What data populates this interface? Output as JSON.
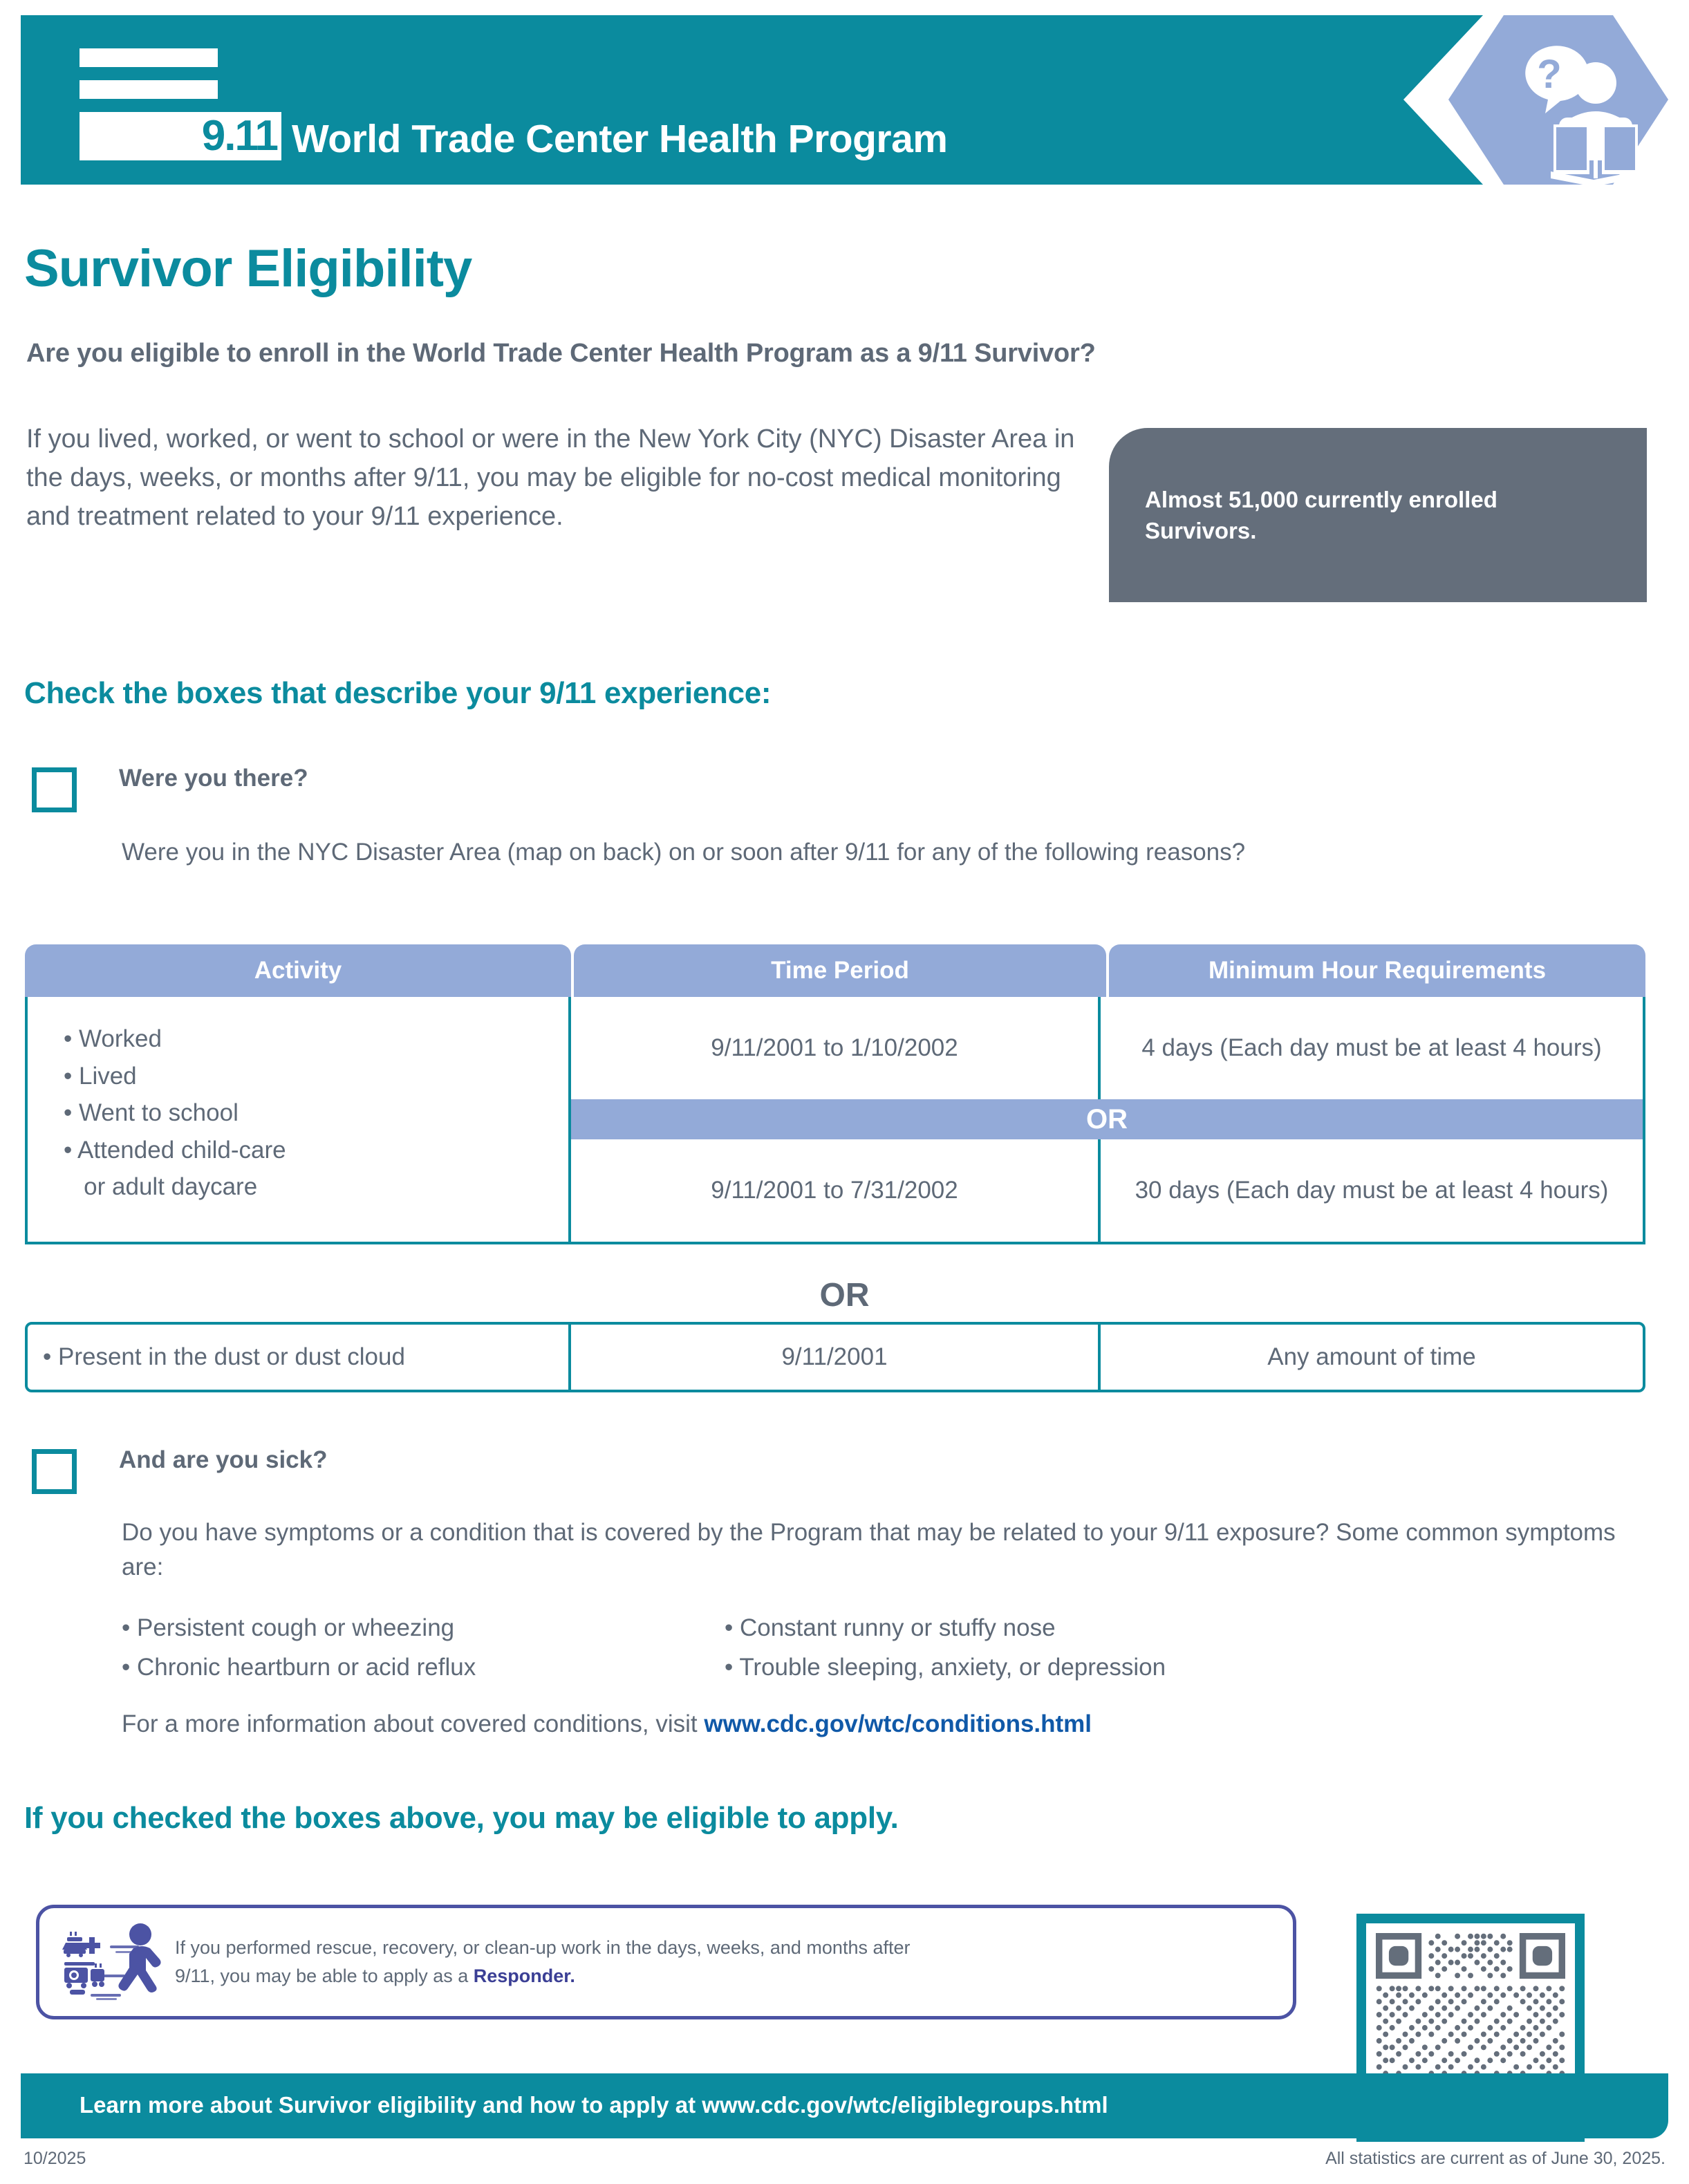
{
  "header": {
    "logo_mark": "9.11",
    "title": "World Trade Center Health Program",
    "icon": "reader-question-hexagon-icon"
  },
  "title": {
    "h1": "Survivor Eligibility",
    "lede": "Are you eligible to enroll in the World Trade Center Health Program as a 9/11 Survivor?",
    "intro": "If you lived, worked, or went to school or were in the New York City (NYC) Disaster Area in the days, weeks, or months after 9/11, you may be eligible for no-cost medical monitoring and treatment related to your 9/11 experience."
  },
  "callout": {
    "text": "Almost 51,000 currently enrolled Survivors."
  },
  "check_section": {
    "heading": "Check the boxes that describe your 9/11 experience:",
    "item1": {
      "label": "Were you there?",
      "sub": "Were you in the NYC Disaster Area (map on back) on or soon after 9/11 for any of the following reasons?"
    },
    "item2": {
      "label": "And are you sick?",
      "sub": "Do you have symptoms or a condition that is covered by the Program that may be related to your 9/11 exposure? Some common symptoms are:"
    }
  },
  "table": {
    "headers": [
      "Activity",
      "Time Period",
      "Minimum Hour Requirements"
    ],
    "activity_items": [
      "• Worked",
      "• Lived",
      "• Went to school",
      "• Attended child-care",
      "   or adult daycare"
    ],
    "row1": {
      "time": "9/11/2001 to 1/10/2002",
      "hours": "4 days (Each day must be at least 4 hours)"
    },
    "or_band": "OR",
    "row2": {
      "time": "9/11/2001 to 7/31/2002",
      "hours": "30 days (Each day must be at least 4 hours)"
    }
  },
  "or_separator": "OR",
  "table2": {
    "activity": "• Present in the dust or dust cloud",
    "time": "9/11/2001",
    "hours": "Any amount of time"
  },
  "symptoms": {
    "left": [
      "• Persistent cough or wheezing",
      "• Chronic heartburn or acid reflux"
    ],
    "right": [
      "• Constant runny or stuffy nose",
      "• Trouble sleeping, anxiety, or depression"
    ]
  },
  "visit": {
    "prefix": "For a more information about covered conditions, visit ",
    "link": "www.cdc.gov/wtc/conditions.html"
  },
  "eligible_note": "If you checked the boxes above, you may be eligible to apply.",
  "responder": {
    "icon": "running-responder-icon",
    "line1": "If you performed rescue, recovery, or clean-up work in the days, weeks, and months after",
    "line2_prefix": "9/11, you may be able to apply as a ",
    "line2_bold": "Responder."
  },
  "qr": {
    "name": "qr-code"
  },
  "footer": {
    "bar_text": "Learn more about Survivor eligibility and how to apply at www.cdc.gov/wtc/eligiblegroups.html",
    "left": "10/2025",
    "right": "All statistics are current as of June 30, 2025."
  },
  "colors": {
    "teal": "#0b8b9e",
    "blue_gray": "#93aad8",
    "gray": "#646e7b",
    "text": "#5e6977",
    "link": "#1059a8",
    "purple": "#4c53a4"
  }
}
